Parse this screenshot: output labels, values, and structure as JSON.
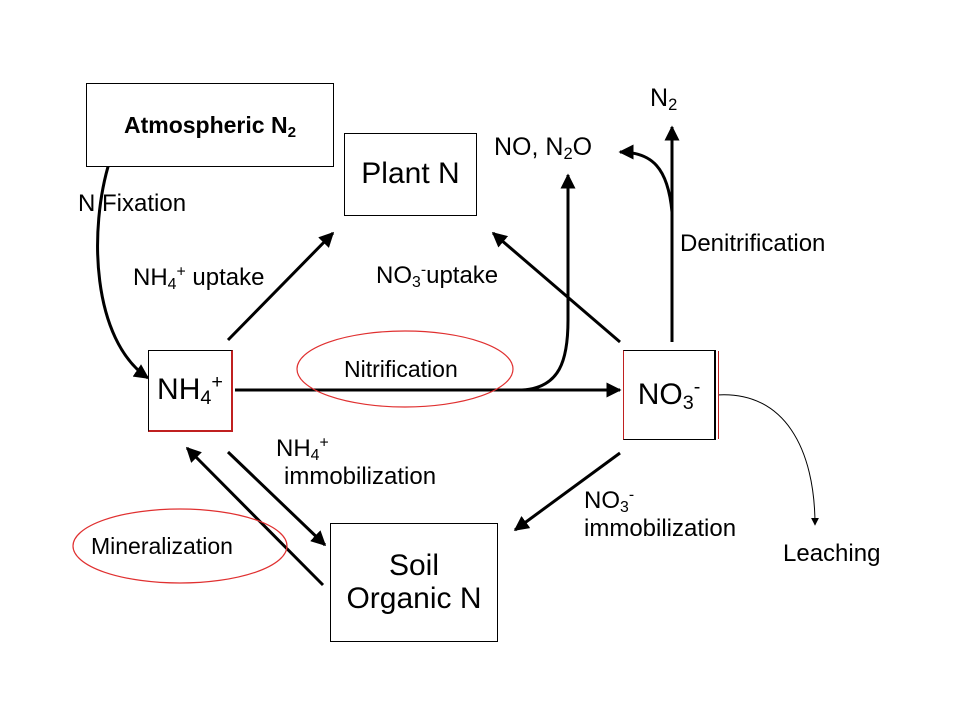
{
  "pools": {
    "atmospheric": {
      "text": "Atmospheric N",
      "sub": "2"
    },
    "plant": {
      "text": "Plant N"
    },
    "ammonium": {
      "text": "NH",
      "sub": "4",
      "sup": "+"
    },
    "nitrate": {
      "text": "NO",
      "sub": "3",
      "sup": "-"
    },
    "soil": {
      "line1": "Soil",
      "line2": "Organic N"
    }
  },
  "gases": {
    "n2": {
      "text": "N",
      "sub": "2"
    },
    "no_n2o": {
      "pre": "NO, N",
      "sub": "2",
      "post": "O"
    }
  },
  "processes": {
    "fixation": "N Fixation",
    "nh4_uptake": {
      "pre": "NH",
      "sub": "4",
      "sup": "+",
      "post": " uptake"
    },
    "no3_uptake": {
      "pre": "NO",
      "sub": "3",
      "sup": "-",
      "post": "uptake"
    },
    "nitrification": "Nitrification",
    "denitrification": "Denitrification",
    "nh4_immob": {
      "pre": "NH",
      "sub": "4",
      "sup": "+",
      "line2": "immobilization"
    },
    "no3_immob": {
      "pre": "NO",
      "sub": "3",
      "sup": "-",
      "line2": "immobilization"
    },
    "mineralization": "Mineralization",
    "leaching": "Leaching"
  },
  "colors": {
    "highlight": "#e03030",
    "line": "#000000"
  }
}
